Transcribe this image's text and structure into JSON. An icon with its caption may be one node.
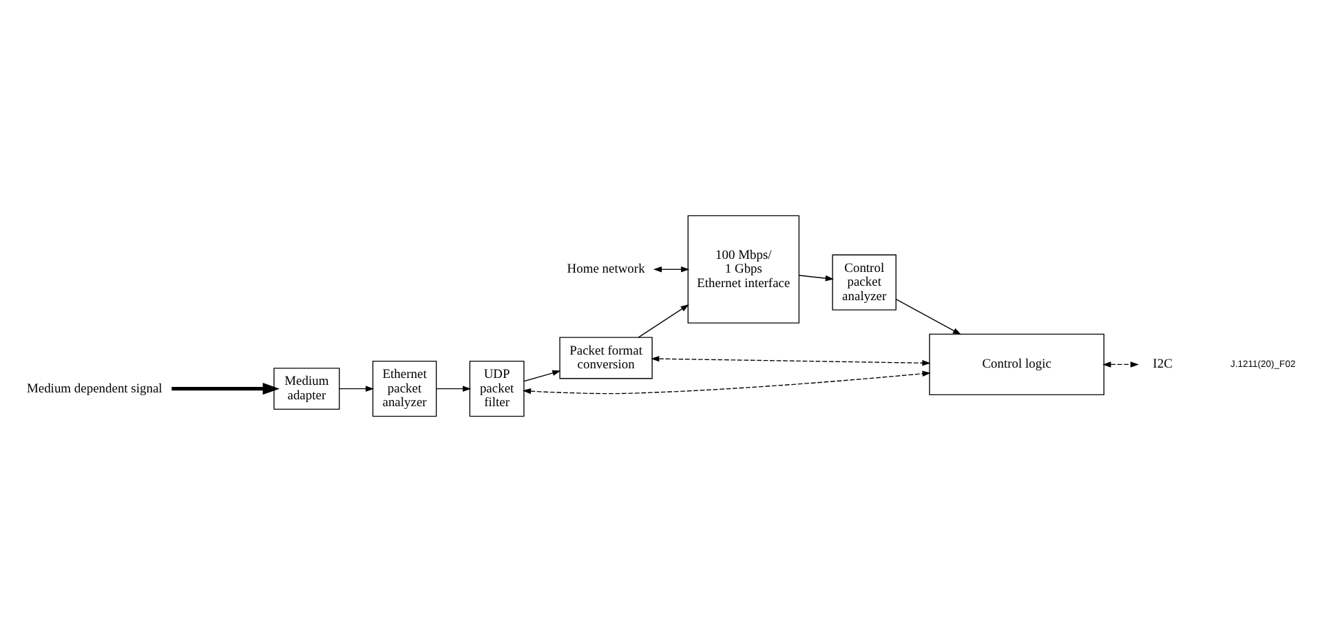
{
  "diagram": {
    "nodes": [
      {
        "text": [
          "Medium dependent signal"
        ]
      },
      {
        "text": [
          "Medium adapter"
        ]
      },
      {
        "text": [
          "Ethernet packet analyzer"
        ]
      },
      {
        "text": [
          "UDP packet filter"
        ]
      },
      {
        "text": [
          "Packet format conversion"
        ]
      },
      {
        "text": [
          "100 Mbps/ 1 Gbps Ethernet interface"
        ]
      },
      {
        "text": [
          "Home network"
        ]
      },
      {
        "text": [
          "Control packet analyzer"
        ]
      },
      {
        "text": [
          "Control logic"
        ]
      },
      {
        "text": [
          "I2C"
        ]
      }
    ],
    "edges": [
      {
        "from": 0,
        "to": 1,
        "arrow": "to",
        "style": "thick"
      },
      {
        "from": 1,
        "to": 2,
        "arrow": "to"
      },
      {
        "from": 2,
        "to": 3,
        "arrow": "to"
      },
      {
        "from": 3,
        "to": 4,
        "arrow": "to"
      },
      {
        "from": 4,
        "to": 5,
        "arrow": "to"
      },
      {
        "from": 6,
        "to": 5,
        "arrow": "both"
      },
      {
        "from": 5,
        "to": 7,
        "arrow": "to"
      },
      {
        "from": 7,
        "to": 8,
        "arrow": "to"
      },
      {
        "from": 4,
        "to": 8,
        "arrow": "both",
        "style": "dashed"
      },
      {
        "from": 3,
        "to": 8,
        "arrow": "both",
        "style": "dashed"
      },
      {
        "from": 8,
        "to": 9,
        "arrow": "both",
        "style": "dashed"
      }
    ],
    "labels": [
      "J.1211(20)_F02"
    ]
  }
}
